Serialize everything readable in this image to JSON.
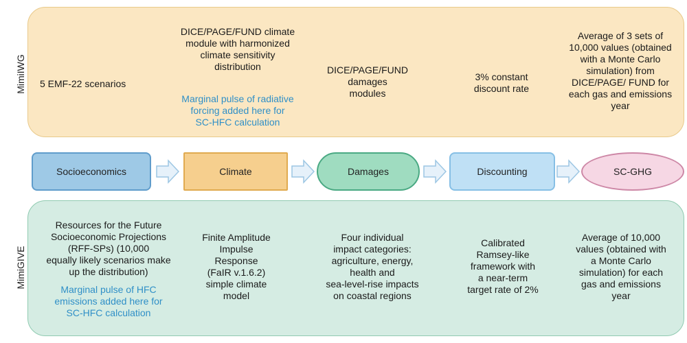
{
  "top": {
    "side_label": "MimiIWG",
    "socio": "5 EMF-22 scenarios",
    "climate_lines": [
      "DICE/PAGE/FUND climate",
      "module with harmonized",
      "climate sensitivity",
      "distribution"
    ],
    "climate_note_lines": [
      "Marginal pulse of radiative",
      "forcing added here for",
      "SC-HFC calculation"
    ],
    "damages_lines": [
      "DICE/PAGE/FUND",
      "damages",
      "modules"
    ],
    "discount_lines": [
      "3% constant",
      "discount rate"
    ],
    "scghg_lines": [
      "Average of 3 sets of",
      "10,000 values (obtained",
      "with a Monte Carlo",
      "simulation) from",
      "DICE/PAGE/ FUND for",
      "each gas and emissions",
      "year"
    ]
  },
  "stages": {
    "socio": "Socioeconomics",
    "climate": "Climate",
    "damages": "Damages",
    "discount": "Discounting",
    "scghg": "SC-GHG"
  },
  "bottom": {
    "side_label": "MimiGIVE",
    "socio_lines": [
      "Resources for the Future",
      "Socioeconomic Projections",
      "(RFF-SPs) (10,000",
      "equally likely scenarios make",
      "up the distribution)"
    ],
    "socio_note_lines": [
      "Marginal pulse of HFC",
      "emissions added here for",
      "SC-HFC calculation"
    ],
    "climate_lines": [
      "Finite Amplitude",
      "Impulse",
      "Response",
      "(FaIR v.1.6.2)",
      "simple climate",
      "model"
    ],
    "damages_lines": [
      "Four individual",
      "impact categories:",
      "agriculture, energy,",
      "health and",
      "sea-level-rise impacts",
      "on coastal regions"
    ],
    "discount_lines": [
      "Calibrated",
      "Ramsey-like",
      "framework with",
      "a near-term",
      "target rate of 2%"
    ],
    "scghg_lines": [
      "Average of 10,000",
      "values (obtained with",
      "a Monte Carlo",
      "simulation) for each",
      "gas and emissions",
      "year"
    ]
  },
  "colors": {
    "top_panel": "#fbe7c2",
    "bottom_panel": "#d5ece3",
    "note_text": "#2f8fc7",
    "arrow_fill": "#e6f1fa",
    "arrow_stroke": "#9cc6e3"
  }
}
